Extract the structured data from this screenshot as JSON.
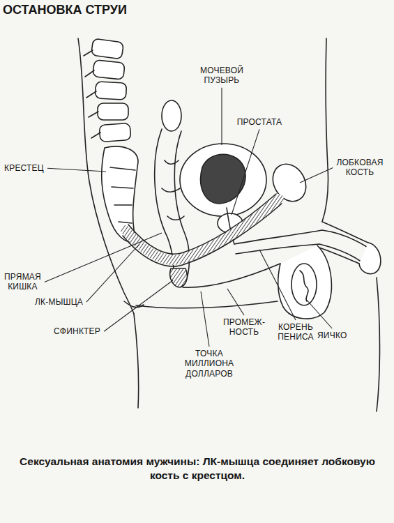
{
  "diagram": {
    "title": "ОСТАНОВКА СТРУИ",
    "caption": "Сексуальная анатомия мужчины: ЛК-мышца соединяет лобковую кость с крестцом.",
    "labels": [
      "МОЧЕВОЙ ПУЗЫРЬ",
      "ПРОСТАТА",
      "КРЕСТЕЦ",
      "ЛОБКОВАЯ КОСТЬ",
      "ПРЯМАЯ КИШКА",
      "ЛК-МЫШЦА",
      "СФИНКТЕР",
      "ПРОМЕЖ- НОСТЬ",
      "КОРЕНЬ ПЕНИСА",
      "ЯИЧКО",
      "ТОЧКА МИЛЛИОНА ДОЛЛАРОВ"
    ]
  }
}
